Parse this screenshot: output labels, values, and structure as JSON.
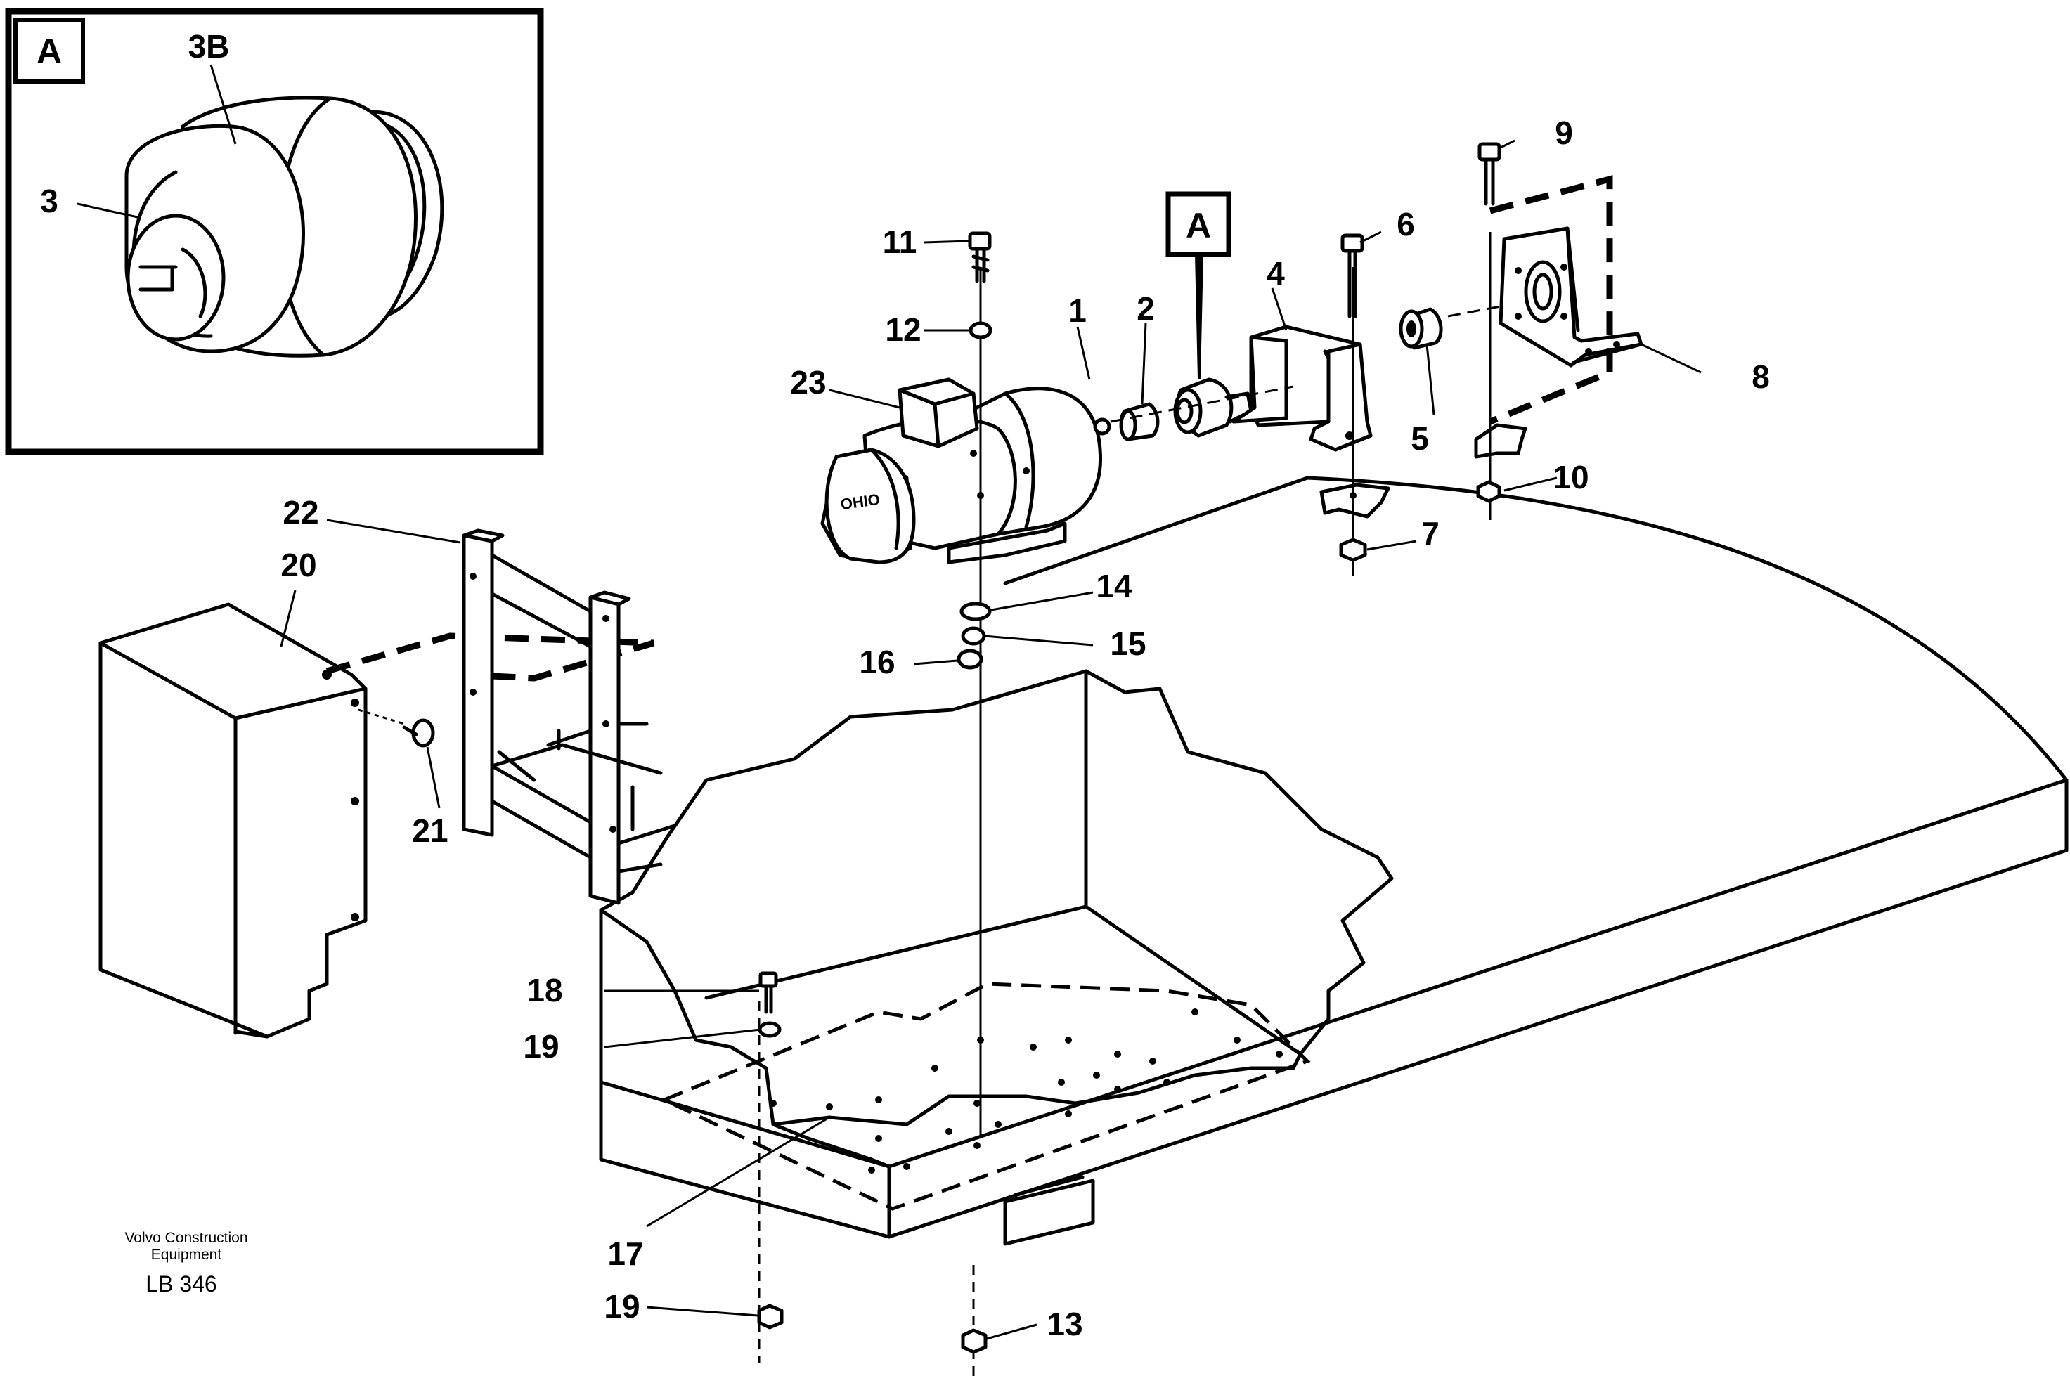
{
  "detail": {
    "label": "A"
  },
  "detail_labels": {
    "part_3b": "3B",
    "part_3": "3"
  },
  "marker": {
    "label": "A"
  },
  "motor_stamp": "OHIO",
  "callouts": [
    {
      "id": "1",
      "text": "1"
    },
    {
      "id": "2",
      "text": "2"
    },
    {
      "id": "4",
      "text": "4"
    },
    {
      "id": "5",
      "text": "5"
    },
    {
      "id": "6",
      "text": "6"
    },
    {
      "id": "7",
      "text": "7"
    },
    {
      "id": "8",
      "text": "8"
    },
    {
      "id": "9",
      "text": "9"
    },
    {
      "id": "10",
      "text": "10"
    },
    {
      "id": "11",
      "text": "11"
    },
    {
      "id": "12",
      "text": "12"
    },
    {
      "id": "13",
      "text": "13"
    },
    {
      "id": "14",
      "text": "14"
    },
    {
      "id": "15",
      "text": "15"
    },
    {
      "id": "16",
      "text": "16"
    },
    {
      "id": "17",
      "text": "17"
    },
    {
      "id": "18",
      "text": "18"
    },
    {
      "id": "19a",
      "text": "19"
    },
    {
      "id": "19b",
      "text": "19"
    },
    {
      "id": "20",
      "text": "20"
    },
    {
      "id": "21",
      "text": "21"
    },
    {
      "id": "22",
      "text": "22"
    },
    {
      "id": "23",
      "text": "23"
    }
  ],
  "footer": {
    "line1": "Volvo Construction",
    "line2": "Equipment",
    "code": "LB 346"
  }
}
